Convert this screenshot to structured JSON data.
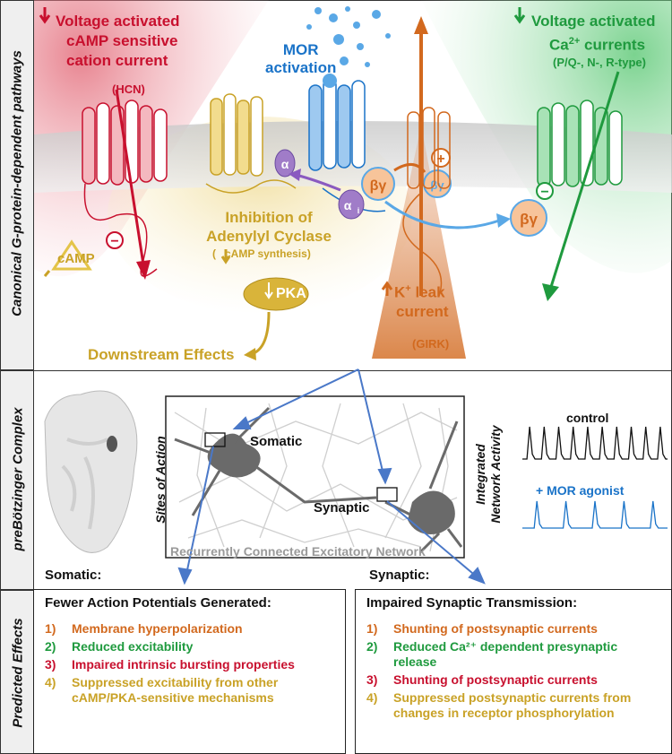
{
  "sections": {
    "top_label": "Canonical G-protein-dependent pathways",
    "middle_label": "preBötzinger Complex",
    "bottom_label": "Predicted Effects"
  },
  "pathways": {
    "hcn_title_1": "Voltage activated",
    "hcn_title_2": "cAMP sensitive",
    "hcn_title_3": "cation current",
    "hcn_sub": "(HCN)",
    "mor_1": "MOR",
    "mor_2": "activation",
    "ca_title_1": "Voltage activated",
    "ca_title_2": "Ca",
    "ca_sup": "2+",
    "ca_title_3": " currents",
    "ca_sub": "(P/Q-, N-, R-type)",
    "ac_1": "Inhibition of",
    "ac_2": "Adenylyl Cyclase",
    "ac_3": "cAMP synthesis)",
    "ac_paren": "(",
    "camp": "cAMP",
    "pka": "PKA",
    "downstream": "Downstream Effects",
    "k_1": "K",
    "k_sup": "+",
    "k_2": " leak",
    "k_3": "current",
    "k_sub": "(GIRK)",
    "alpha": "α",
    "alpha_i": "α",
    "alpha_i_sub": "i",
    "beta_gamma": "βγ",
    "plus": "+",
    "minus": "−"
  },
  "network": {
    "sites_label": "Sites of Action",
    "somatic_site": "Somatic",
    "synaptic_site": "Synaptic",
    "footer": "Recurrently Connected  Excitatory Network",
    "integrated_label_1": "Integrated",
    "integrated_label_2": "Network Activity",
    "control_label": "control",
    "agonist_label": "+ MOR agonist",
    "somatic_heading": "Somatic:",
    "synaptic_heading": "Synaptic:"
  },
  "effects": {
    "somatic_title": "Fewer Action Potentials Generated:",
    "somatic_items": [
      {
        "num": "1)",
        "text": "Membrane hyperpolarization",
        "color": "#d2691e"
      },
      {
        "num": "2)",
        "text": "Reduced excitability",
        "color": "#1f9a3e"
      },
      {
        "num": "3)",
        "text": "Impaired intrinsic bursting properties",
        "color": "#c8102e"
      },
      {
        "num": "4)",
        "text": "Suppressed excitability from other cAMP/PKA-sensitive mechanisms",
        "color": "#c9a227"
      }
    ],
    "synaptic_title": "Impaired Synaptic Transmission:",
    "synaptic_items": [
      {
        "num": "1)",
        "text": "Shunting of postsynaptic currents",
        "color": "#d2691e"
      },
      {
        "num": "2)",
        "text": "Reduced Ca²⁺ dependent presynaptic release",
        "color": "#1f9a3e"
      },
      {
        "num": "3)",
        "text": "Shunting of postsynaptic currents",
        "color": "#c8102e"
      },
      {
        "num": "4)",
        "text": "Suppressed postsynaptic currents from changes in receptor phosphorylation",
        "color": "#c9a227"
      }
    ]
  },
  "traces": {
    "control_color": "#111111",
    "agonist_color": "#1a73c8",
    "control_peaks": 10,
    "agonist_peaks": 5
  }
}
